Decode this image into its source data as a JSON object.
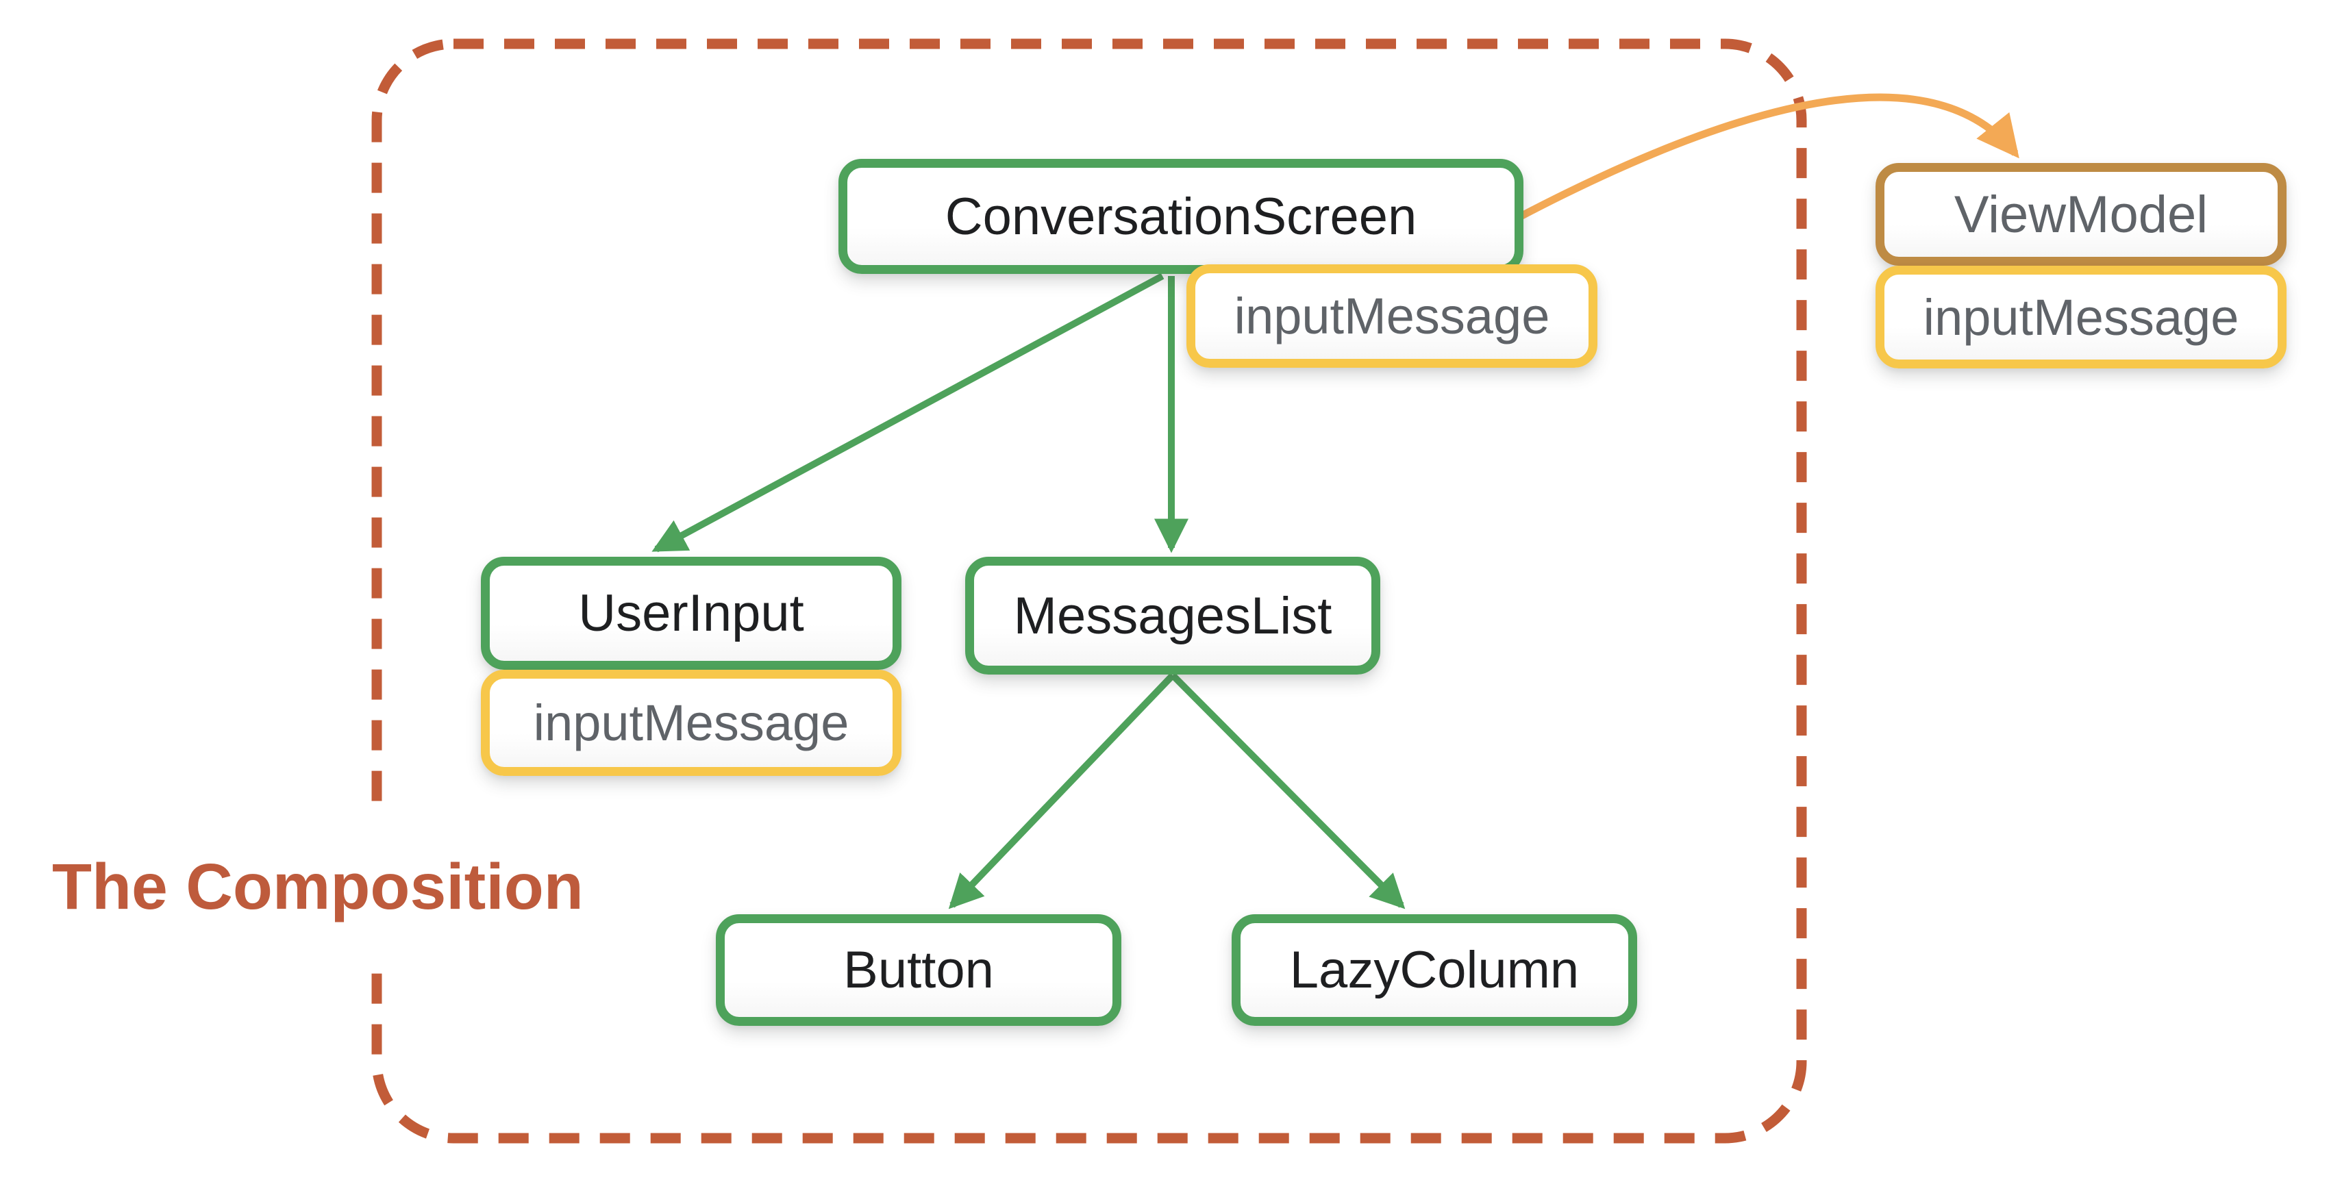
{
  "title": "The Composition",
  "colors": {
    "background": "#FFFFFF",
    "component_border": "#4EA25B",
    "state_border": "#F7C74A",
    "viewmodel_border": "#BE8B44",
    "boundary": "#C25C38",
    "title_text": "#BE5B3C",
    "component_text": "#1E1F21",
    "state_text": "#5F6368",
    "arrow_green": "#4EA25B",
    "arrow_orange": "#F3A955"
  },
  "nodes": {
    "conversation_screen": {
      "label": "ConversationScreen",
      "kind": "composable"
    },
    "conversation_screen_state": {
      "label": "inputMessage",
      "kind": "state"
    },
    "user_input": {
      "label": "UserInput",
      "kind": "composable"
    },
    "user_input_state": {
      "label": "inputMessage",
      "kind": "state"
    },
    "messages_list": {
      "label": "MessagesList",
      "kind": "composable"
    },
    "button": {
      "label": "Button",
      "kind": "composable"
    },
    "lazy_column": {
      "label": "LazyColumn",
      "kind": "composable"
    },
    "view_model": {
      "label": "ViewModel",
      "kind": "viewmodel"
    },
    "view_model_state": {
      "label": "inputMessage",
      "kind": "state"
    }
  },
  "edges": [
    {
      "from": "ConversationScreen",
      "to": "UserInput",
      "style": "green-arrow"
    },
    {
      "from": "ConversationScreen",
      "to": "MessagesList",
      "style": "green-arrow"
    },
    {
      "from": "MessagesList",
      "to": "Button",
      "style": "green-arrow"
    },
    {
      "from": "MessagesList",
      "to": "LazyColumn",
      "style": "green-arrow"
    },
    {
      "from": "ConversationScreen",
      "to": "ViewModel",
      "style": "orange-curved-arrow"
    }
  ]
}
